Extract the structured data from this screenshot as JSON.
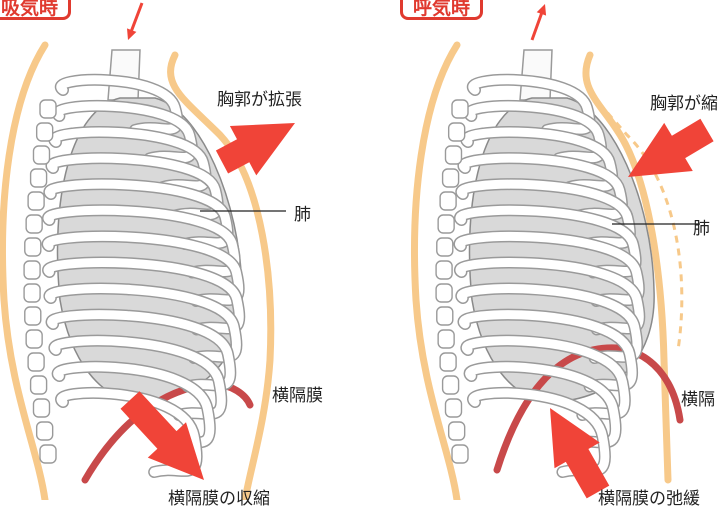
{
  "panels": [
    {
      "id": "inhale",
      "badge": "吸気時",
      "chest_label": "胸郭が拡張",
      "lung_label": "肺",
      "diaphragm_label": "横隔膜",
      "bottom_label": "横隔膜の収縮"
    },
    {
      "id": "exhale",
      "badge": "呼気時",
      "chest_label": "胸郭が縮",
      "lung_label": "肺",
      "diaphragm_label": "横隔",
      "bottom_label": "横隔膜の弛緩"
    }
  ],
  "colors": {
    "badge": "#e03a2f",
    "arrow": "#f04438",
    "diaphragm": "#c8494a",
    "lung": "#d9d9d9",
    "body_outline": "#f7c98a",
    "rib": "#ffffff",
    "rib_outline": "#9a9a9a"
  },
  "icons": [
    "down-arrow-icon",
    "up-arrow-icon",
    "expand-arrow-icon",
    "contract-arrow-icon"
  ]
}
